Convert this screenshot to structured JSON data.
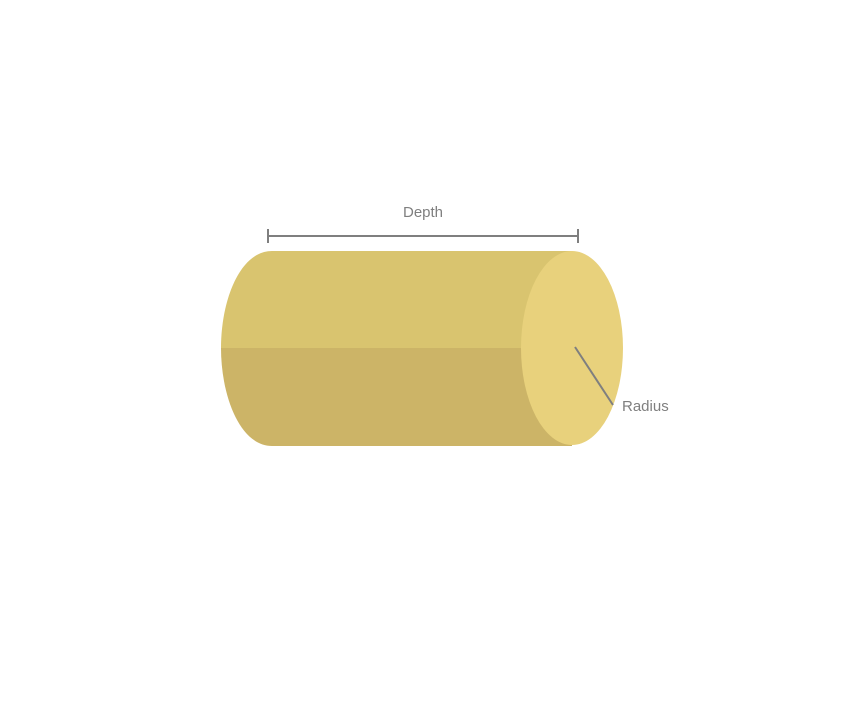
{
  "diagram": {
    "labels": {
      "depth": "Depth",
      "radius": "Radius"
    },
    "colors": {
      "background": "#ffffff",
      "body_top": "#d9c46f",
      "body_bottom": "#ccb467",
      "end_cap": "#e8d17c",
      "dimension_line": "#7f7f7f",
      "label_text": "#7f7f7f"
    },
    "shape": "cylinder"
  }
}
